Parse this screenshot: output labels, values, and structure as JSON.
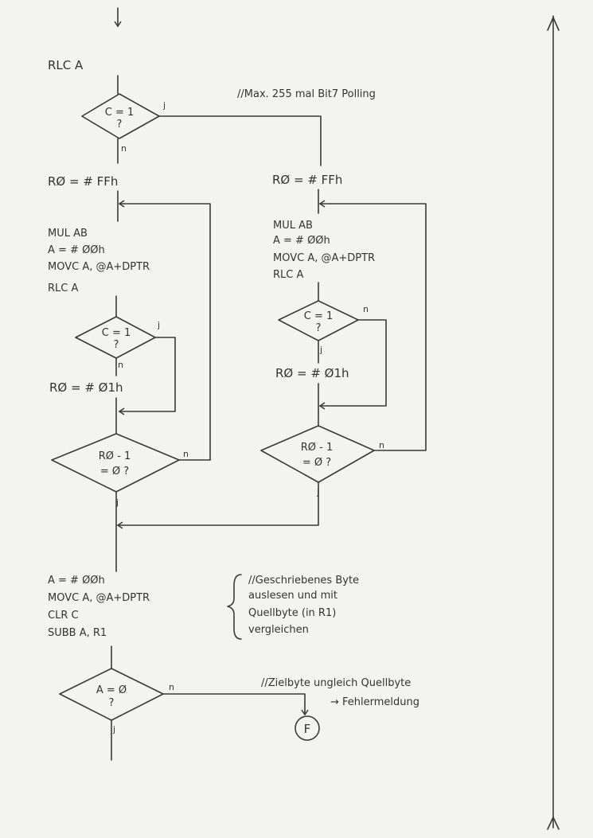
{
  "diagram": {
    "rlc_a": "RLC   A",
    "comment_polling": "//Max. 255 mal Bit7 Polling",
    "left_branch": {
      "r0_init": "RØ = # FFh",
      "code": [
        "MUL  AB",
        "A = # ØØh",
        "MOVC  A, @A+DPTR",
        "RLC   A"
      ],
      "cond_c1": [
        "C = 1",
        "?"
      ],
      "r0_set": "RØ = # Ø1h",
      "cond_r0": [
        "RØ - 1",
        "= Ø ?"
      ]
    },
    "right_branch": {
      "r0_init": "RØ = # FFh",
      "code": [
        "MUL  AB",
        "A = # ØØh",
        "MOVC  A, @A+DPTR",
        "RLC   A"
      ],
      "cond_c1": [
        "C = 1",
        "?"
      ],
      "r0_set": "RØ = # Ø1h",
      "cond_r0": [
        "RØ - 1",
        "= Ø ?"
      ]
    },
    "top_cond": [
      "C = 1",
      "?"
    ],
    "verify_code": [
      "A = # ØØh",
      "MOVC  A, @A+DPTR",
      "CLR    C",
      "SUBB  A, R1"
    ],
    "comment_verify": [
      "//Geschriebenes Byte",
      "auslesen und mit",
      "Quellbyte (in R1)",
      "vergleichen"
    ],
    "cond_a0": [
      "A = Ø",
      "?"
    ],
    "comment_error": [
      "//Zielbyte ungleich Quellbyte",
      "→ Fehlermeldung"
    ],
    "terminal": "F",
    "yes_label": "j",
    "no_label": "n"
  }
}
